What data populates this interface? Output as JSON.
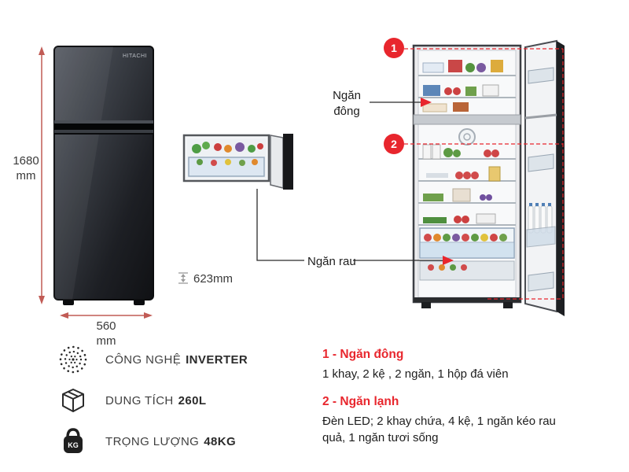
{
  "brand": "HITACHI",
  "dimensions": {
    "height_value": "1680",
    "height_unit": "mm",
    "width_value": "560",
    "width_unit": "mm",
    "depth": "623mm"
  },
  "callouts": {
    "badge_freezer": "1",
    "badge_fridge": "2",
    "freezer_line1": "Ngăn",
    "freezer_line2": "đông",
    "veggie": "Ngăn rau"
  },
  "features": [
    {
      "icon": "inverter-icon",
      "label": "CÔNG NGHỆ",
      "value": "INVERTER"
    },
    {
      "icon": "capacity-icon",
      "label": "DUNG TÍCH",
      "value": "260L"
    },
    {
      "icon": "weight-icon",
      "label": "TRỌNG LƯỢNG",
      "value": "48KG",
      "icon_text": "KG"
    }
  ],
  "specs": [
    {
      "title": "1 - Ngăn đông",
      "desc": "1 khay, 2 kệ , 2 ngăn, 1 hộp đá viên"
    },
    {
      "title": "2 - Ngăn lạnh",
      "desc": "Đèn LED; 2 khay chứa, 4 kệ, 1 ngăn kéo rau quả, 1 ngăn tươi sống"
    }
  ],
  "colors": {
    "accent_red": "#e8262d",
    "dim_line": "#c15b55",
    "text_dark": "#2e2e2e"
  }
}
